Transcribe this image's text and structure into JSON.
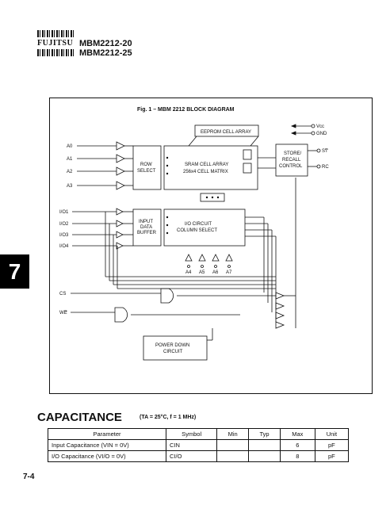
{
  "header": {
    "brand": "FUJITSU",
    "part_1": "MBM2212-20",
    "part_2": "MBM2212-25"
  },
  "side_tab": "7",
  "figure": {
    "title": "Fig. 1 – MBM 2212 BLOCK DIAGRAM",
    "eeprom": "EEPROM CELL ARRAY",
    "row_select": [
      "ROW",
      "SELECT"
    ],
    "sram": [
      "SRAM CELL ARRAY",
      "256x4 CELL MATRIX"
    ],
    "store_recall": [
      "STORE/",
      "RECALL",
      "CONTROL"
    ],
    "input_buffer": [
      "INPUT",
      "DATA",
      "BUFFER"
    ],
    "io_circuit": [
      "I/O CIRCUIT",
      "COLUMN SELECT"
    ],
    "power_down": [
      "POWER DOWN",
      "CIRCUIT"
    ],
    "vcc": "Vcc",
    "gnd": "GND",
    "st": "ST",
    "rc": "RC",
    "cs": "CS",
    "we": "WE",
    "row_addr": [
      "A0",
      "A1",
      "A2",
      "A3"
    ],
    "io_pins": [
      "I/O1",
      "I/O2",
      "I/O3",
      "I/O4"
    ],
    "col_addr": [
      "A4",
      "A5",
      "A6",
      "A7"
    ]
  },
  "capacitance": {
    "title": "CAPACITANCE",
    "conditions": "(TA = 25°C, f = 1 MHz)",
    "headers": [
      "Parameter",
      "Symbol",
      "Min",
      "Typ",
      "Max",
      "Unit"
    ],
    "rows": [
      [
        "Input Capacitance (VIN = 0V)",
        "CIN",
        "",
        "",
        "6",
        "pF"
      ],
      [
        "I/O Capacitance (VI/O = 0V)",
        "CI/O",
        "",
        "",
        "8",
        "pF"
      ]
    ]
  },
  "page_number": "7-4"
}
